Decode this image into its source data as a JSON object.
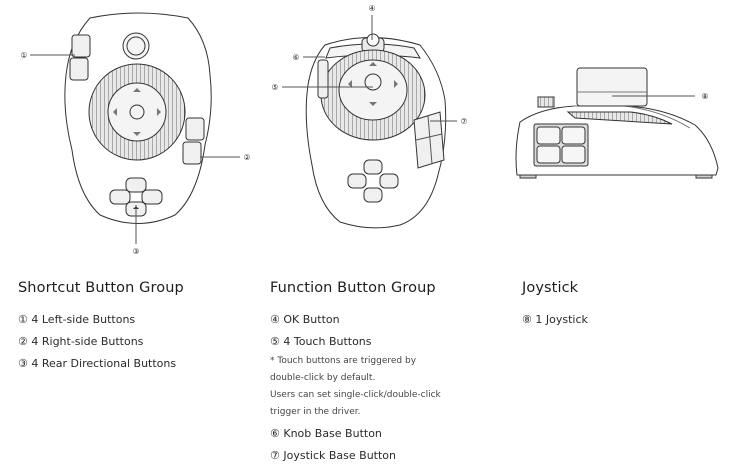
{
  "callouts": {
    "c1": "①",
    "c2": "②",
    "c3": "③",
    "c4": "④",
    "c5": "⑤",
    "c6": "⑥",
    "c7": "⑦",
    "c8": "⑧"
  },
  "sections": {
    "shortcut": {
      "title": "Shortcut Button Group",
      "items": [
        {
          "mark": "①",
          "text": "4 Left-side Buttons"
        },
        {
          "mark": "②",
          "text": "4 Right-side Buttons"
        },
        {
          "mark": "③",
          "text": "4 Rear Directional Buttons"
        }
      ]
    },
    "function": {
      "title": "Function Button Group",
      "items": [
        {
          "mark": "④",
          "text": "OK Button"
        },
        {
          "mark": "⑤",
          "text": "4 Touch Buttons"
        }
      ],
      "note": [
        "* Touch buttons are triggered by",
        "double-click by default.",
        "Users can set single-click/double-click",
        "trigger in the driver."
      ],
      "items2": [
        {
          "mark": "⑥",
          "text": "Knob Base Button"
        },
        {
          "mark": "⑦",
          "text": "Joystick Base Button"
        }
      ]
    },
    "joystick": {
      "title": "Joystick",
      "items": [
        {
          "mark": "⑧",
          "text": "1 Joystick"
        }
      ]
    }
  }
}
